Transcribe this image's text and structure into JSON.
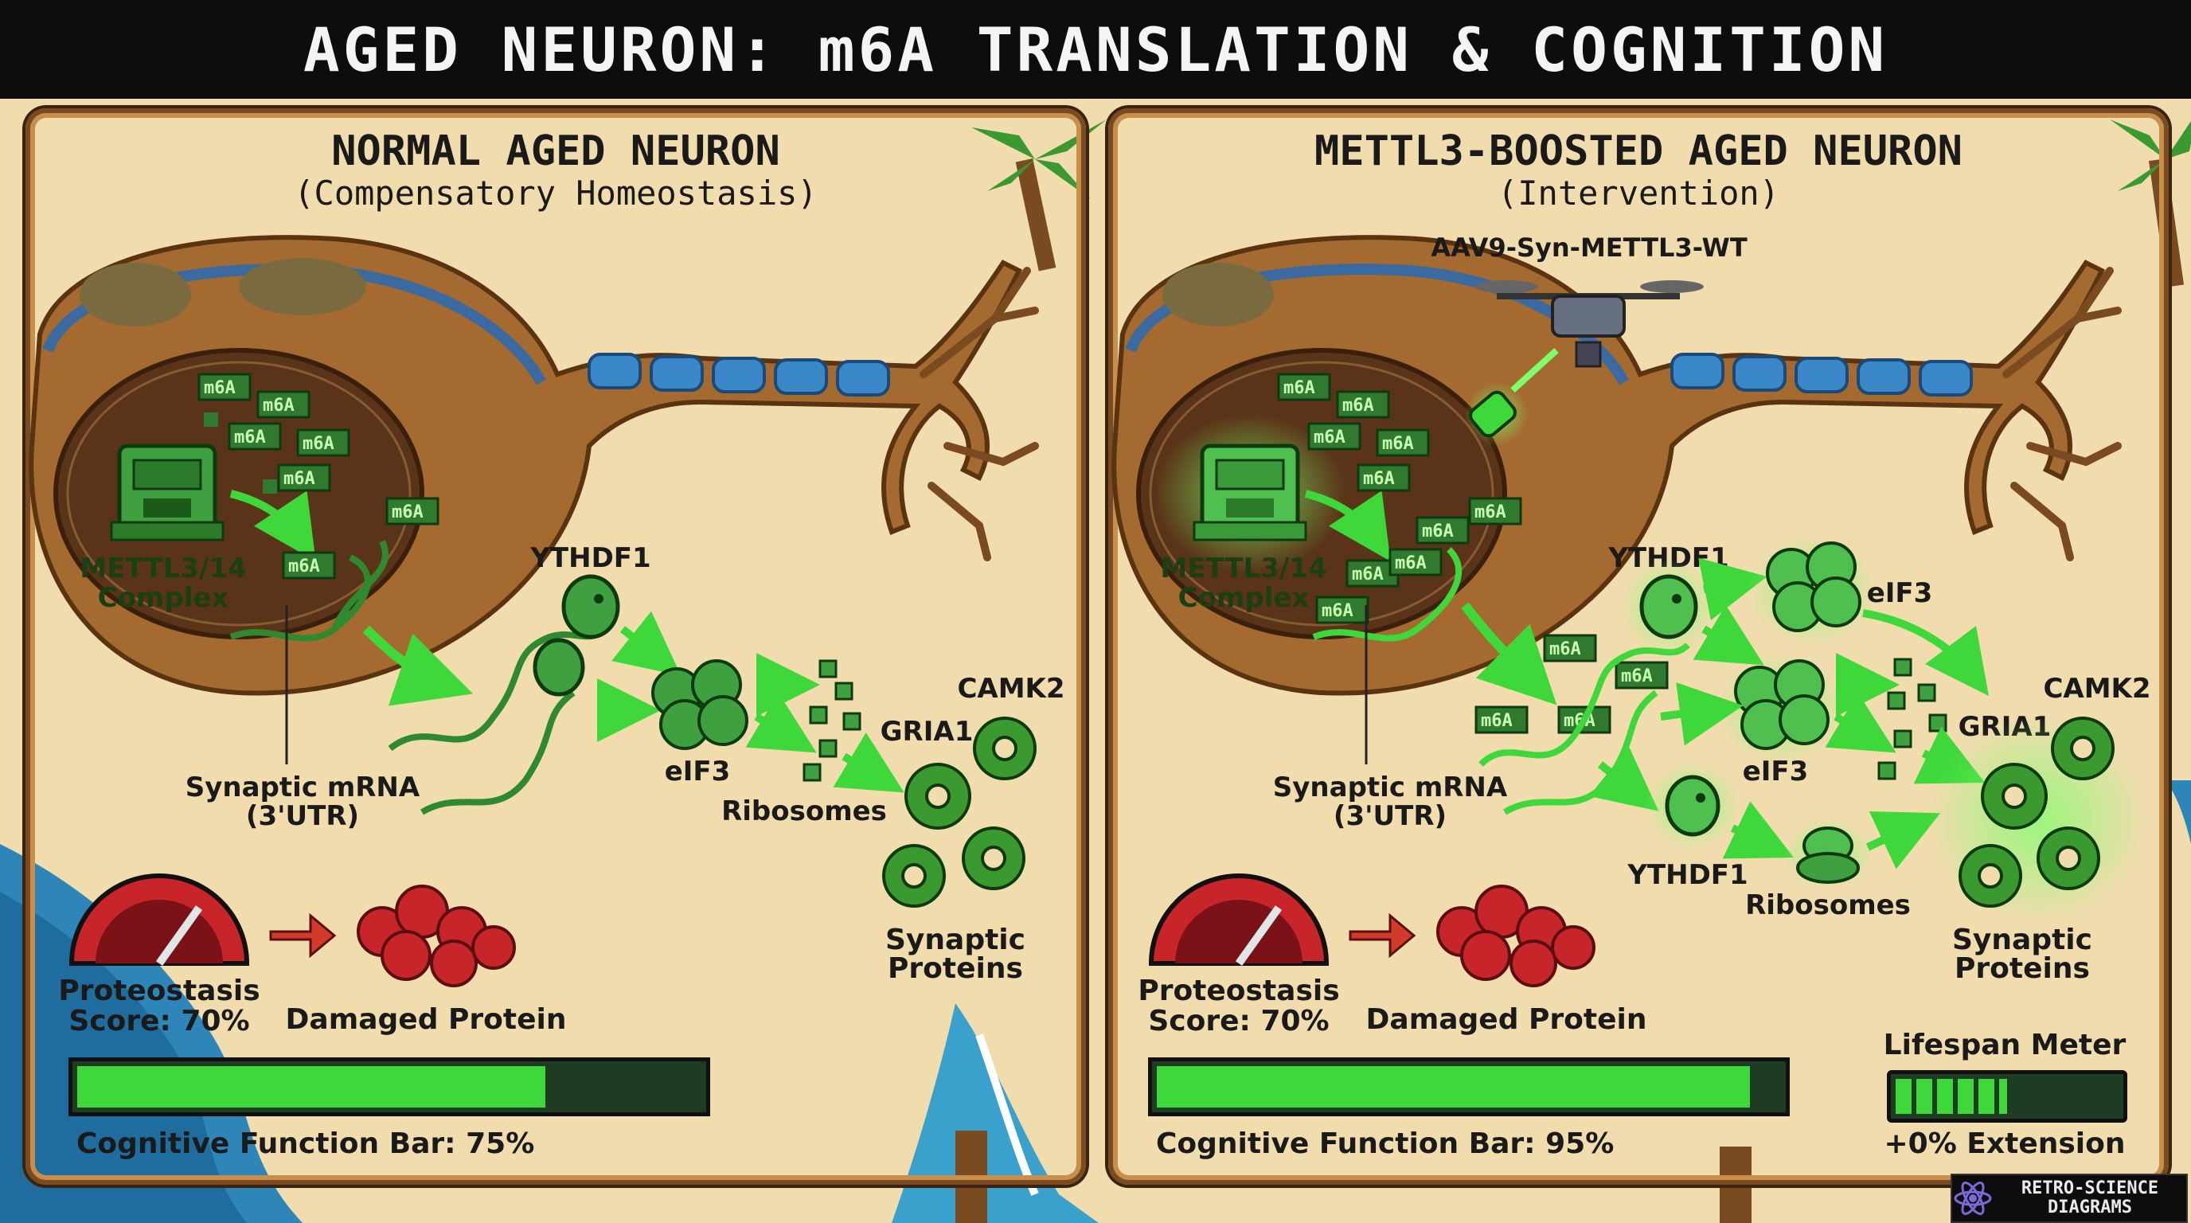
{
  "title": "AGED NEURON: m6A TRANSLATION & COGNITION",
  "left": {
    "title": "NORMAL AGED NEURON",
    "subtitle": "(Compensatory Homeostasis)",
    "complex_label": [
      "METTL3/14",
      "Complex"
    ],
    "m6a_tag": "m6A",
    "mrna_label": [
      "Synaptic mRNA",
      "(3'UTR)"
    ],
    "ythdf1": "YTHDF1",
    "eif3": "eIF3",
    "ribosomes": "Ribosomes",
    "gria1": "GRIA1",
    "camk2": "CAMK2",
    "synaptic_proteins": [
      "Synaptic",
      "Proteins"
    ],
    "proteostasis": [
      "Proteostasis",
      "Score: 70%"
    ],
    "damaged_protein": "Damaged Protein",
    "cognitive_bar_label": "Cognitive Function Bar: 75%",
    "cognitive_value": 0.75
  },
  "right": {
    "title": "METTL3-BOOSTED AGED NEURON",
    "subtitle": "(Intervention)",
    "vector_label": "AAV9-Syn-METTL3-WT",
    "complex_label": [
      "METTL3/14",
      "Complex"
    ],
    "m6a_tag": "m6A",
    "mrna_label": [
      "Synaptic mRNA",
      "(3'UTR)"
    ],
    "ythdf1_top": "YTHDF1",
    "ythdf1_bottom": "YTHDF1",
    "eif3_top": "eIF3",
    "eif3_mid": "eIF3",
    "ribosomes": "Ribosomes",
    "gria1": "GRIA1",
    "camk2": "CAMK2",
    "synaptic_proteins": [
      "Synaptic",
      "Proteins"
    ],
    "proteostasis": [
      "Proteostasis",
      "Score: 70%"
    ],
    "damaged_protein": "Damaged Protein",
    "cognitive_bar_label": "Cognitive Function Bar: 95%",
    "cognitive_value": 0.95,
    "lifespan_title": "Lifespan Meter",
    "lifespan_label": "+0% Extension",
    "lifespan_value": 0.5
  },
  "badge": [
    "RETRO-SCIENCE",
    "DIAGRAMS"
  ],
  "colors": {
    "green": "#3fd83a",
    "dark_green": "#1d3c22",
    "red": "#c8252a",
    "sand": "#f1dcae",
    "frame": "#7a4a20"
  },
  "icons": [
    "palm-tree-icon",
    "drone-icon",
    "gear-icon",
    "gauge-icon",
    "atom-icon"
  ]
}
